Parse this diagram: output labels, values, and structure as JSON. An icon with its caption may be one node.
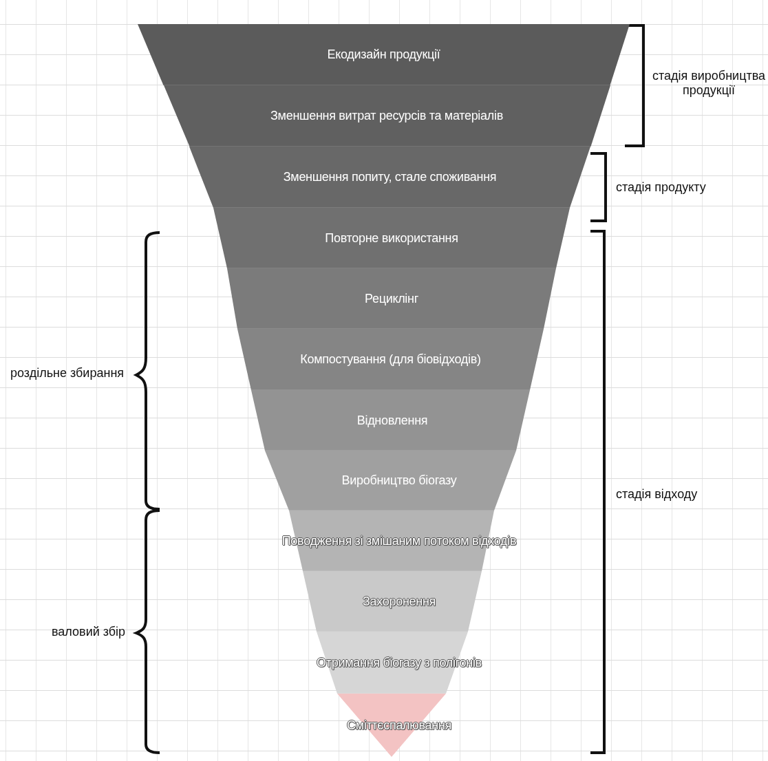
{
  "diagram": {
    "nodes": [
      {
        "text": [
          "Екодизайн продукції"
        ]
      },
      {
        "text": [
          "Зменшення витрат ресурсів та матеріалів"
        ]
      },
      {
        "text": [
          "Зменшення попиту, стале споживання"
        ]
      },
      {
        "text": [
          "Повторне використання"
        ]
      },
      {
        "text": [
          "Рециклінг"
        ]
      },
      {
        "text": [
          "Компостування (для біовідходів)"
        ]
      },
      {
        "text": [
          "Відновлення"
        ]
      },
      {
        "text": [
          "Виробництво біогазу"
        ]
      },
      {
        "text": [
          "Поводження зі змішаним потоком відходів"
        ]
      },
      {
        "text": [
          "Захоронення"
        ]
      },
      {
        "text": [
          "Отримання біогазу з полігонів"
        ]
      },
      {
        "text": [
          "Сміттєспалювання"
        ]
      }
    ],
    "edges": [],
    "labels": [
      "стадія виробництва продукції",
      "стадія продукту",
      "роздільне збирання",
      "стадія відходу",
      "валовий збір"
    ]
  }
}
